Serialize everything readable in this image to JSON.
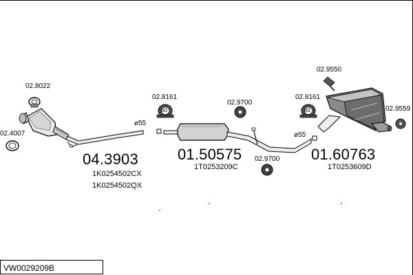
{
  "diagram": {
    "reference": "VW0029209B",
    "sections": [
      {
        "part_number": "04.3903",
        "oe_numbers": [
          "1K0254502CX",
          "1K0254502QX"
        ]
      },
      {
        "part_number": "01.50575",
        "oe_numbers": [
          "1T0253209C"
        ]
      },
      {
        "part_number": "01.60763",
        "oe_numbers": [
          "1T0253609D"
        ]
      }
    ],
    "accessories": {
      "clamp_front": "02.8022",
      "gasket_cat": "02.4007",
      "clamp_front_mid": "02.8161",
      "hanger_mid": "02.9700",
      "hanger_mid_lower": "02.9700",
      "clamp_rear_mid": "02.8161",
      "hanger_rear_top": "02.9550",
      "hanger_rear": "02.9559"
    },
    "clamp_size_badges": [
      "60",
      "60"
    ],
    "pipe_diameters": [
      "ø55",
      "ø55"
    ]
  }
}
